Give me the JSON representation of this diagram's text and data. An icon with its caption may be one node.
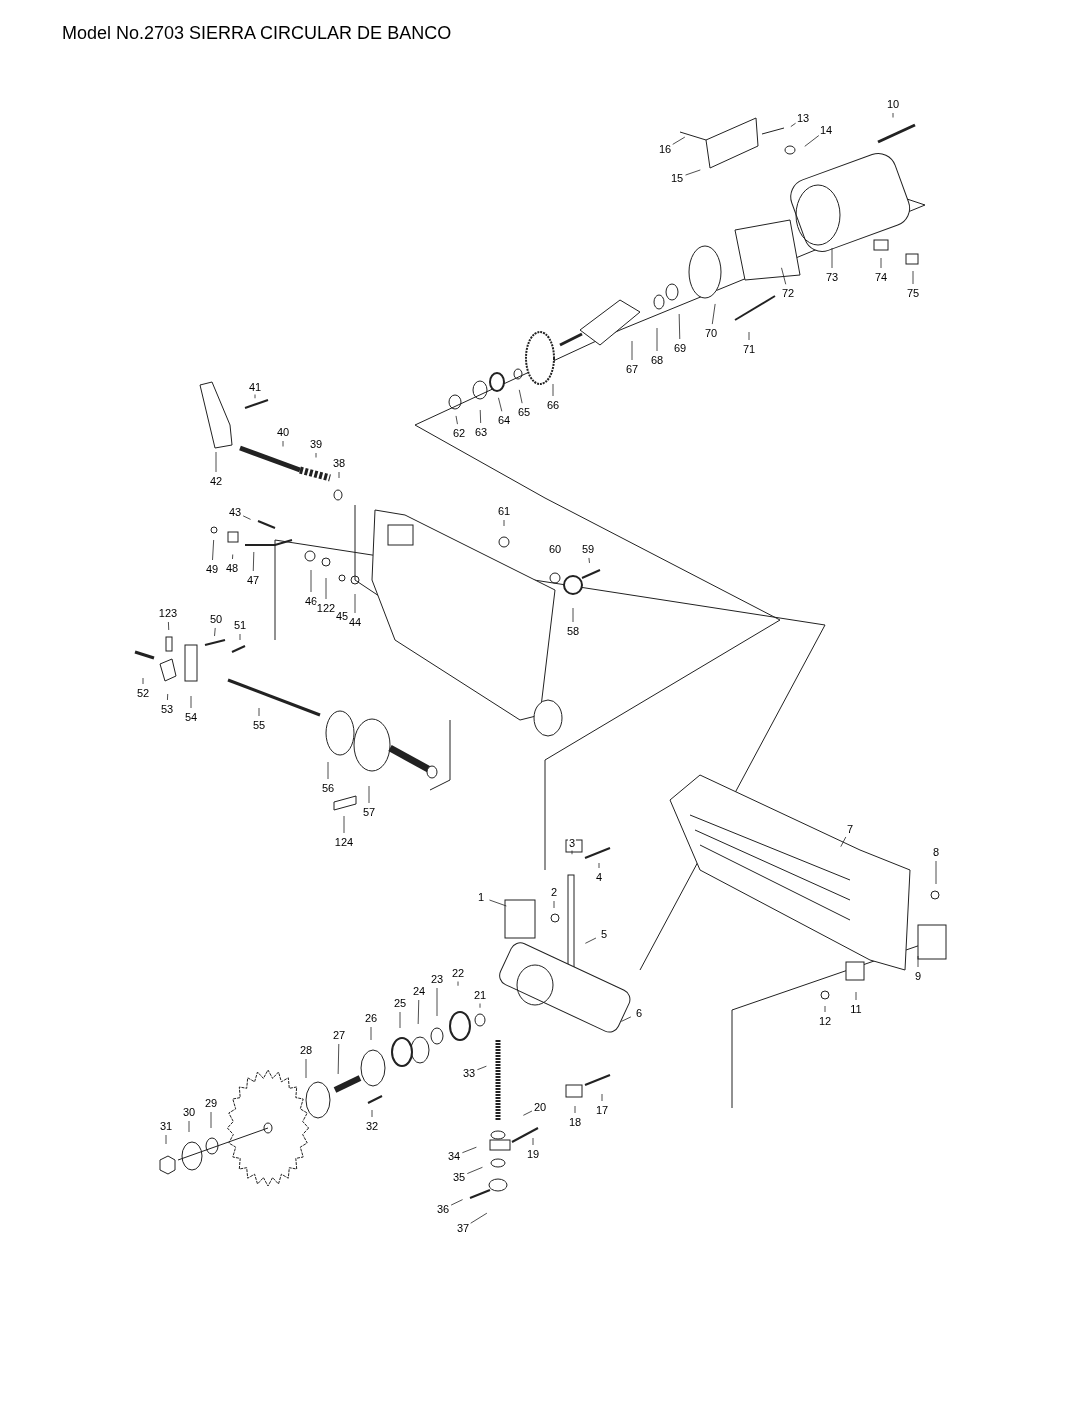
{
  "diagram": {
    "title": "Model No.2703 SIERRA CIRCULAR DE BANCO",
    "nodes": [
      {
        "text": [
          "10"
        ]
      },
      {
        "text": [
          "13"
        ]
      },
      {
        "text": [
          "14"
        ]
      },
      {
        "text": [
          "15"
        ]
      },
      {
        "text": [
          "16"
        ]
      },
      {
        "text": [
          "67"
        ]
      },
      {
        "text": [
          "68"
        ]
      },
      {
        "text": [
          "69"
        ]
      },
      {
        "text": [
          "70"
        ]
      },
      {
        "text": [
          "71"
        ]
      },
      {
        "text": [
          "72"
        ]
      },
      {
        "text": [
          "73"
        ]
      },
      {
        "text": [
          "74"
        ]
      },
      {
        "text": [
          "75"
        ]
      },
      {
        "text": [
          "66"
        ]
      },
      {
        "text": [
          "65"
        ]
      },
      {
        "text": [
          "64"
        ]
      },
      {
        "text": [
          "63"
        ]
      },
      {
        "text": [
          "62"
        ]
      },
      {
        "text": [
          "41"
        ]
      },
      {
        "text": [
          "40"
        ]
      },
      {
        "text": [
          "39"
        ]
      },
      {
        "text": [
          "38"
        ]
      },
      {
        "text": [
          "42"
        ]
      },
      {
        "text": [
          "43"
        ]
      },
      {
        "text": [
          "49"
        ]
      },
      {
        "text": [
          "48"
        ]
      },
      {
        "text": [
          "47"
        ]
      },
      {
        "text": [
          "46"
        ]
      },
      {
        "text": [
          "122"
        ]
      },
      {
        "text": [
          "45"
        ]
      },
      {
        "text": [
          "44"
        ]
      },
      {
        "text": [
          "61"
        ]
      },
      {
        "text": [
          "60"
        ]
      },
      {
        "text": [
          "59"
        ]
      },
      {
        "text": [
          "58"
        ]
      },
      {
        "text": [
          "123"
        ]
      },
      {
        "text": [
          "50"
        ]
      },
      {
        "text": [
          "51"
        ]
      },
      {
        "text": [
          "52"
        ]
      },
      {
        "text": [
          "53"
        ]
      },
      {
        "text": [
          "54"
        ]
      },
      {
        "text": [
          "55"
        ]
      },
      {
        "text": [
          "56"
        ]
      },
      {
        "text": [
          "57"
        ]
      },
      {
        "text": [
          "124"
        ]
      },
      {
        "text": [
          "3"
        ]
      },
      {
        "text": [
          "4"
        ]
      },
      {
        "text": [
          "1"
        ]
      },
      {
        "text": [
          "2"
        ]
      },
      {
        "text": [
          "5"
        ]
      },
      {
        "text": [
          "7"
        ]
      },
      {
        "text": [
          "8"
        ]
      },
      {
        "text": [
          "9"
        ]
      },
      {
        "text": [
          "11"
        ]
      },
      {
        "text": [
          "12"
        ]
      },
      {
        "text": [
          "6"
        ]
      },
      {
        "text": [
          "22"
        ]
      },
      {
        "text": [
          "21"
        ]
      },
      {
        "text": [
          "23"
        ]
      },
      {
        "text": [
          "24"
        ]
      },
      {
        "text": [
          "25"
        ]
      },
      {
        "text": [
          "26"
        ]
      },
      {
        "text": [
          "27"
        ]
      },
      {
        "text": [
          "28"
        ]
      },
      {
        "text": [
          "33"
        ]
      },
      {
        "text": [
          "32"
        ]
      },
      {
        "text": [
          "18"
        ]
      },
      {
        "text": [
          "17"
        ]
      },
      {
        "text": [
          "20"
        ]
      },
      {
        "text": [
          "19"
        ]
      },
      {
        "text": [
          "34"
        ]
      },
      {
        "text": [
          "35"
        ]
      },
      {
        "text": [
          "36"
        ]
      },
      {
        "text": [
          "37"
        ]
      },
      {
        "text": [
          "29"
        ]
      },
      {
        "text": [
          "30"
        ]
      },
      {
        "text": [
          "31"
        ]
      }
    ],
    "edges": [
      {
        "from": 0,
        "to": null,
        "arrow": "none"
      },
      {
        "from": 1,
        "to": null,
        "arrow": "none"
      },
      {
        "from": 2,
        "to": null,
        "arrow": "none"
      },
      {
        "from": 3,
        "to": null,
        "arrow": "none"
      },
      {
        "from": 4,
        "to": null,
        "arrow": "none"
      },
      {
        "from": 5,
        "to": null,
        "arrow": "none"
      },
      {
        "from": 6,
        "to": null,
        "arrow": "none"
      },
      {
        "from": 7,
        "to": null,
        "arrow": "none"
      },
      {
        "from": 8,
        "to": null,
        "arrow": "none"
      },
      {
        "from": 9,
        "to": null,
        "arrow": "none"
      },
      {
        "from": 10,
        "to": null,
        "arrow": "none"
      },
      {
        "from": 11,
        "to": null,
        "arrow": "none"
      },
      {
        "from": 12,
        "to": null,
        "arrow": "none"
      },
      {
        "from": 13,
        "to": null,
        "arrow": "none"
      },
      {
        "from": 14,
        "to": null,
        "arrow": "none"
      },
      {
        "from": 15,
        "to": null,
        "arrow": "none"
      },
      {
        "from": 16,
        "to": null,
        "arrow": "none"
      },
      {
        "from": 17,
        "to": null,
        "arrow": "none"
      },
      {
        "from": 18,
        "to": null,
        "arrow": "none"
      },
      {
        "from": 19,
        "to": null,
        "arrow": "none"
      },
      {
        "from": 20,
        "to": null,
        "arrow": "none"
      },
      {
        "from": 21,
        "to": null,
        "arrow": "none"
      },
      {
        "from": 22,
        "to": null,
        "arrow": "none"
      },
      {
        "from": 23,
        "to": null,
        "arrow": "none"
      },
      {
        "from": 24,
        "to": null,
        "arrow": "none"
      },
      {
        "from": 25,
        "to": null,
        "arrow": "none"
      },
      {
        "from": 26,
        "to": null,
        "arrow": "none"
      },
      {
        "from": 27,
        "to": null,
        "arrow": "none"
      },
      {
        "from": 28,
        "to": null,
        "arrow": "none"
      },
      {
        "from": 29,
        "to": null,
        "arrow": "none"
      },
      {
        "from": 31,
        "to": null,
        "arrow": "none"
      },
      {
        "from": 32,
        "to": null,
        "arrow": "none"
      },
      {
        "from": 34,
        "to": null,
        "arrow": "none"
      },
      {
        "from": 35,
        "to": null,
        "arrow": "none"
      },
      {
        "from": 36,
        "to": null,
        "arrow": "none"
      },
      {
        "from": 37,
        "to": null,
        "arrow": "none"
      },
      {
        "from": 38,
        "to": null,
        "arrow": "none"
      },
      {
        "from": 39,
        "to": null,
        "arrow": "none"
      },
      {
        "from": 40,
        "to": null,
        "arrow": "none"
      },
      {
        "from": 41,
        "to": null,
        "arrow": "none"
      },
      {
        "from": 42,
        "to": null,
        "arrow": "none"
      },
      {
        "from": 43,
        "to": null,
        "arrow": "none"
      },
      {
        "from": 44,
        "to": null,
        "arrow": "none"
      },
      {
        "from": 45,
        "to": null,
        "arrow": "none"
      },
      {
        "from": 46,
        "to": null,
        "arrow": "none"
      },
      {
        "from": 47,
        "to": null,
        "arrow": "none"
      },
      {
        "from": 48,
        "to": null,
        "arrow": "none"
      },
      {
        "from": 49,
        "to": null,
        "arrow": "none"
      },
      {
        "from": 50,
        "to": null,
        "arrow": "none"
      },
      {
        "from": 51,
        "to": null,
        "arrow": "none"
      },
      {
        "from": 52,
        "to": null,
        "arrow": "none"
      },
      {
        "from": 53,
        "to": null,
        "arrow": "none"
      },
      {
        "from": 54,
        "to": null,
        "arrow": "none"
      },
      {
        "from": 55,
        "to": null,
        "arrow": "none"
      },
      {
        "from": 56,
        "to": null,
        "arrow": "none"
      },
      {
        "from": 57,
        "to": null,
        "arrow": "none"
      },
      {
        "from": 58,
        "to": null,
        "arrow": "none"
      },
      {
        "from": 59,
        "to": null,
        "arrow": "none"
      },
      {
        "from": 60,
        "to": null,
        "arrow": "none"
      },
      {
        "from": 61,
        "to": null,
        "arrow": "none"
      },
      {
        "from": 62,
        "to": null,
        "arrow": "none"
      },
      {
        "from": 63,
        "to": null,
        "arrow": "none"
      },
      {
        "from": 64,
        "to": null,
        "arrow": "none"
      },
      {
        "from": 65,
        "to": null,
        "arrow": "none"
      },
      {
        "from": 66,
        "to": null,
        "arrow": "none"
      },
      {
        "from": 67,
        "to": null,
        "arrow": "none"
      },
      {
        "from": 68,
        "to": null,
        "arrow": "none"
      },
      {
        "from": 69,
        "to": null,
        "arrow": "none"
      },
      {
        "from": 70,
        "to": null,
        "arrow": "none"
      },
      {
        "from": 71,
        "to": null,
        "arrow": "none"
      },
      {
        "from": 72,
        "to": null,
        "arrow": "none"
      },
      {
        "from": 73,
        "to": null,
        "arrow": "none"
      },
      {
        "from": 74,
        "to": null,
        "arrow": "none"
      },
      {
        "from": 75,
        "to": null,
        "arrow": "none"
      },
      {
        "from": 76,
        "to": null,
        "arrow": "none"
      },
      {
        "from": 77,
        "to": null,
        "arrow": "none"
      }
    ]
  }
}
